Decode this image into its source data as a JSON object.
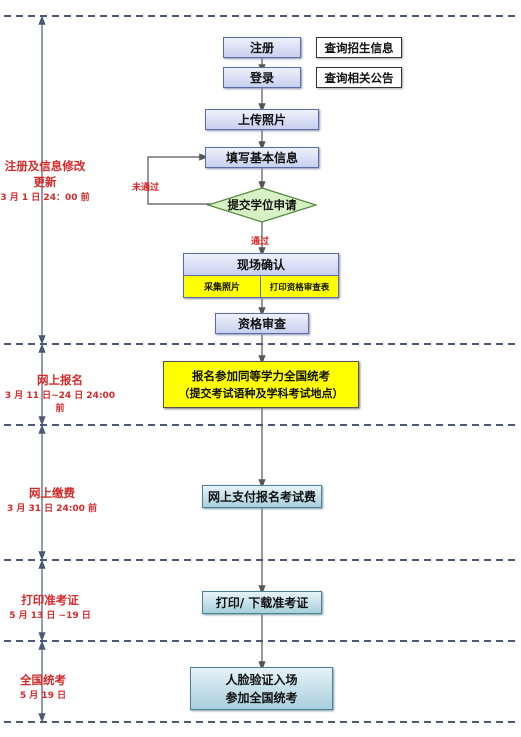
{
  "stages": [
    {
      "title": "注册及信息修改更新",
      "date": "3 月 1 日 24：00 前"
    },
    {
      "title": "网上报名",
      "date": "3 月 11 日~24 日 24:00 前"
    },
    {
      "title": "网上缴费",
      "date": "3 月 31 日 24:00 前"
    },
    {
      "title": "打印准考证",
      "date": "5 月 13 日 ~19 日"
    },
    {
      "title": "全国统考",
      "date": "5 月 19 日"
    }
  ],
  "nodes": {
    "register": "注册",
    "query_admission": "查询招生信息",
    "login": "登录",
    "query_notice": "查询相关公告",
    "upload_photo": "上传照片",
    "fill_info": "填写基本信息",
    "submit_application": "提交学位申请",
    "onsite_confirm": "现场确认",
    "collect_photo": "采集照片",
    "print_review_form": "打印资格审查表",
    "qualification_review": "资格审查",
    "signup_line1": "报名参加同等学力全国统考",
    "signup_line2": "（提交考试语种及学科考试地点）",
    "pay_fee": "网上支付报名考试费",
    "print_ticket": "打印/ 下载准考证",
    "exam_line1": "人脸验证入场",
    "exam_line2": "参加全国统考"
  },
  "labels": {
    "not_passed": "未通过",
    "passed": "通过"
  },
  "colors": {
    "stage_text": "#d42a2a",
    "dashed_line": "#4a5a78",
    "highlight": "#ffff00"
  }
}
